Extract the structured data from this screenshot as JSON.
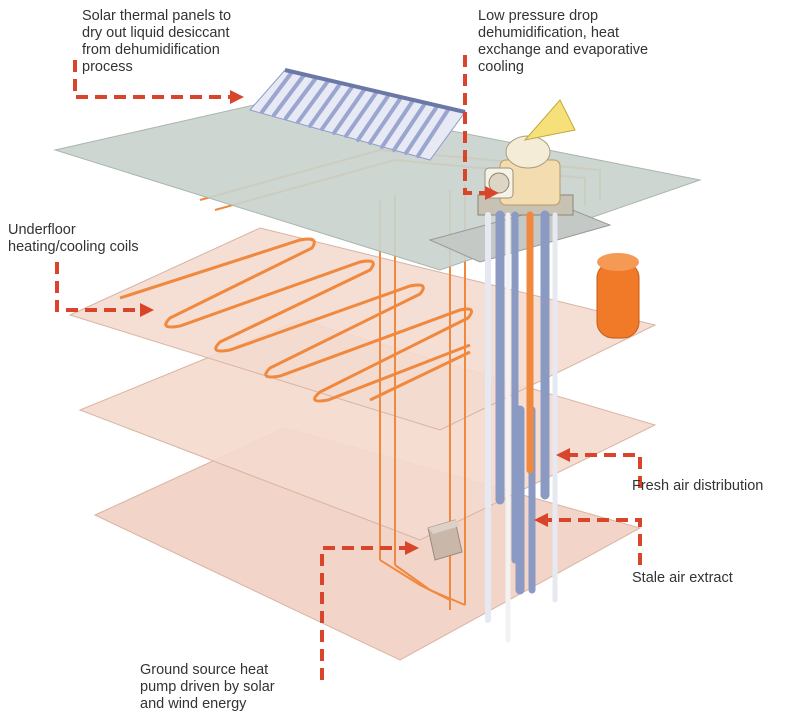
{
  "labels": {
    "solar_panels": "Solar thermal panels to\ndry out liquid desiccant\nfrom dehumidification\nprocess",
    "dehumidification": "Low pressure drop\ndehumidification, heat\nexchange and evaporative\ncooling",
    "underfloor": "Underfloor\nheating/cooling coils",
    "fresh_air": "Fresh air distribution",
    "stale_air": "Stale air extract",
    "ground_source": "Ground source heat\npump driven by solar\nand wind energy"
  },
  "colors": {
    "leader_line": "#d9452b",
    "roof_slab": "#c9d3cc",
    "floor_slab": "#f2d5c8",
    "orange_pipe": "#f0883e",
    "blue_duct": "#8a9ac2",
    "tank": "#f07a28",
    "unit_body": "#f3dcb0",
    "solar_panel": "#9aa6cf"
  }
}
